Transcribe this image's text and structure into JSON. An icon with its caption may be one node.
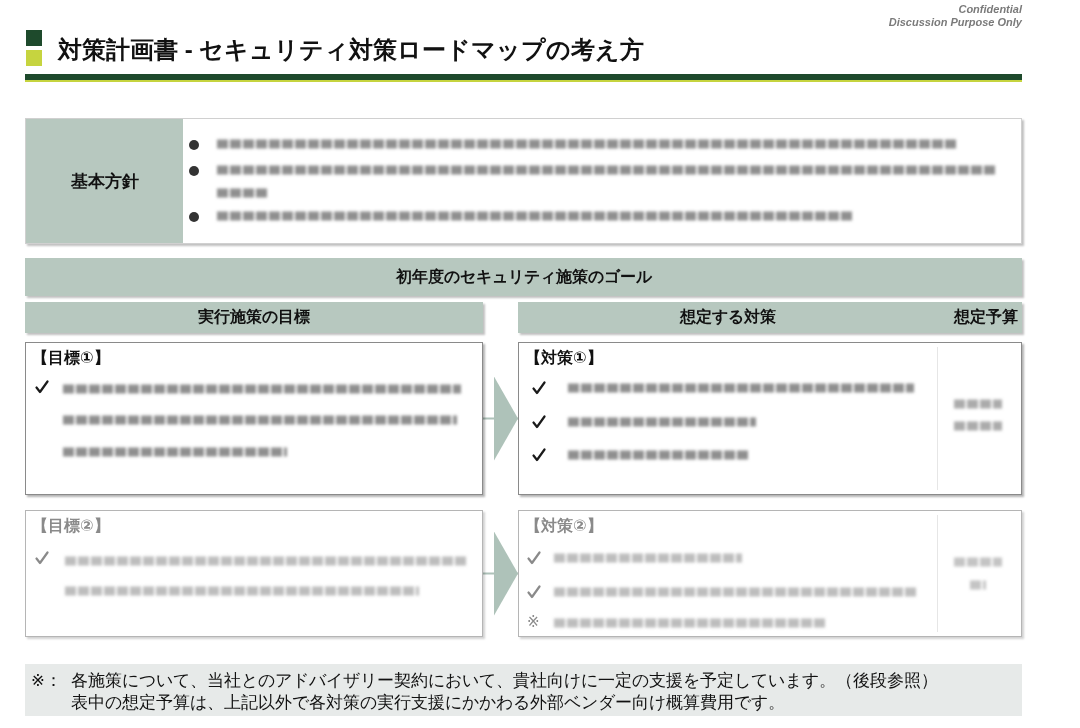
{
  "diagram": {
    "title": "対策計画書 - セキュリティ対策ロードマップの考え方",
    "nodes": [
      {
        "text": [
          "基本方針"
        ]
      },
      {
        "text": [
          "初年度のセキュリティ施策のゴール"
        ]
      },
      {
        "text": [
          "実行施策の目標"
        ]
      },
      {
        "text": [
          "想定する対策",
          "想定予算"
        ]
      },
      {
        "text": [
          "【目標①】"
        ]
      },
      {
        "text": [
          "【対策①】"
        ]
      },
      {
        "text": [
          "【目標②】"
        ]
      },
      {
        "text": [
          "【対策②】",
          "※"
        ]
      },
      {
        "text": [
          "※：",
          "各施策について、当社とのアドバイザリー契約において、貴社向けに一定の支援を予定しています。（後段参照）",
          "表中の想定予算は、上記以外で各対策の実行支援にかかわる外部ベンダー向け概算費用です。"
        ]
      }
    ],
    "edges": [
      {
        "from": 4,
        "to": 5,
        "arrow": "to"
      },
      {
        "from": 6,
        "to": 7,
        "arrow": "to"
      }
    ],
    "labels": [
      "Confidential",
      "Discussion Purpose Only"
    ]
  }
}
